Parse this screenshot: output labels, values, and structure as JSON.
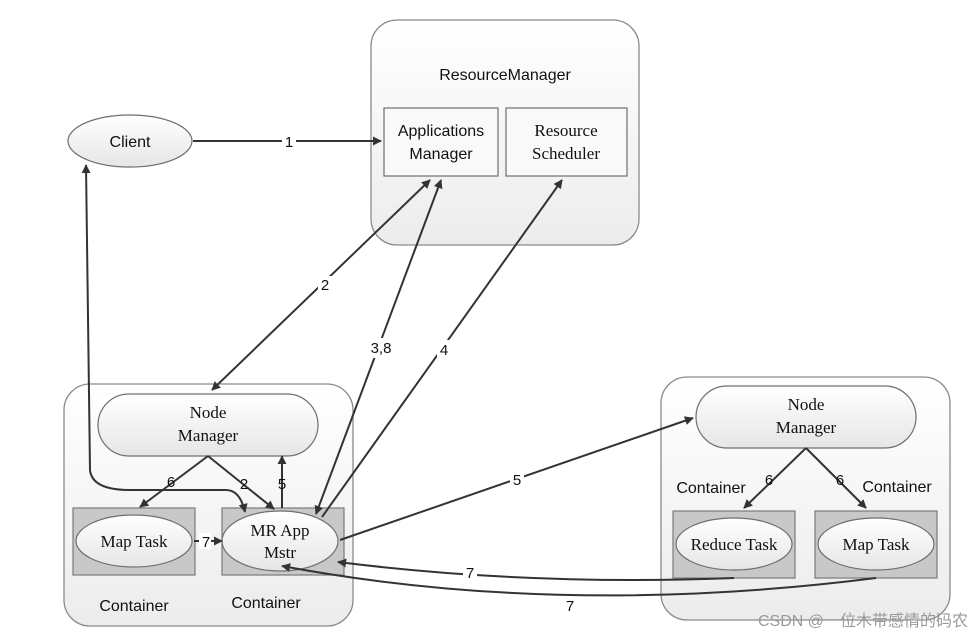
{
  "resource_manager": {
    "title": "ResourceManager",
    "applications_manager": [
      "Applications",
      "Manager"
    ],
    "resource_scheduler": [
      "Resource",
      "Scheduler"
    ]
  },
  "client": {
    "label": "Client"
  },
  "left_node": {
    "node_manager": [
      "Node",
      "Manager"
    ],
    "map_task": "Map Task",
    "mr_app_master": [
      "MR App",
      "Mstr"
    ],
    "container_left_label": "Container",
    "container_right_label": "Container"
  },
  "right_node": {
    "node_manager": [
      "Node",
      "Manager"
    ],
    "reduce_task": "Reduce Task",
    "map_task": "Map Task",
    "container_left_label": "Container",
    "container_right_label": "Container"
  },
  "arrow_labels": {
    "client_to_rm": "1",
    "appmgr_to_nm": "2",
    "nm_to_mrapp": "2",
    "appmgr_mrapp": "3,8",
    "scheduler_mrapp": "4",
    "mrapp_to_nm": "5",
    "mrapp_to_right_nm": "5",
    "nm_to_maptask": "6",
    "right_nm_to_reduce": "6",
    "right_nm_to_map": "6",
    "maptask_to_mrapp": "7",
    "reduce_to_mrapp": "7",
    "right_map_to_mrapp": "7"
  },
  "watermark": "CSDN @一位木带感情的码农",
  "colors": {
    "line": "#333333",
    "box_stroke": "#6f6f6f",
    "container_fill": "#c8c8c8",
    "panel_fill": "#f4f4f4"
  }
}
